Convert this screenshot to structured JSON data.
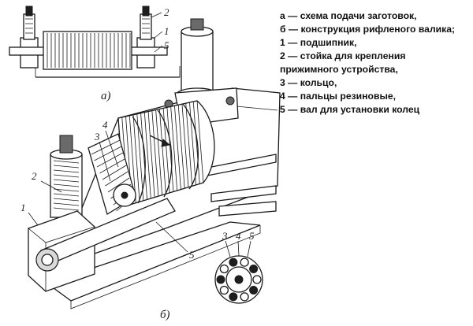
{
  "legend": [
    "а — схема подачи заготовок,",
    "б — конструкция рифленого валика;",
    "1 — подшипник,",
    "2 — стойка для крепления",
    "прижимного устройства,",
    "3 — кольцо,",
    "4 — пальцы резиновые,",
    "5 — вал для установки колец"
  ],
  "captions": {
    "a": "а)",
    "b": "б)"
  },
  "callouts_a": [
    "2",
    "1",
    "5"
  ],
  "callouts_b": [
    "4",
    "3",
    "2",
    "1",
    "5"
  ],
  "callouts_section": [
    "3",
    "4",
    "5"
  ]
}
